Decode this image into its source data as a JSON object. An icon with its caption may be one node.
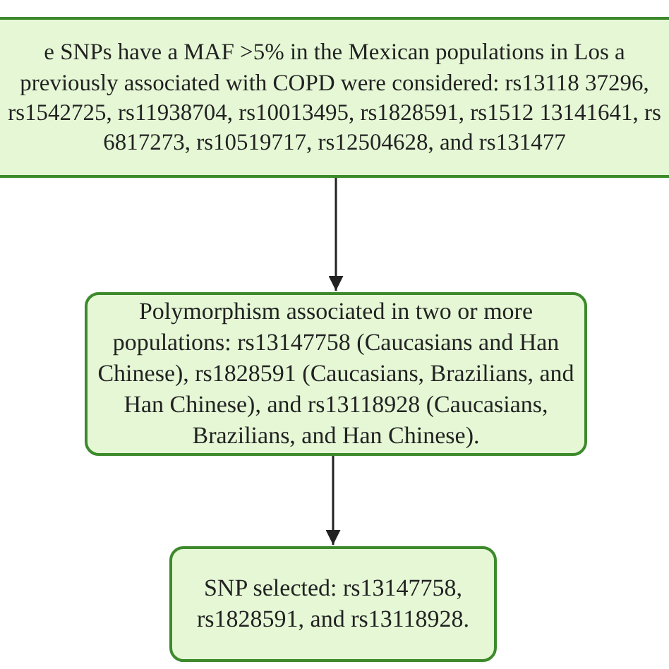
{
  "diagram": {
    "nodes": [
      {
        "text": [
          "e SNPs have a MAF >5% in the Mexican populations in Los a previously associated with COPD were considered: rs13118 37296, rs1542725, rs11938704, rs10013495, rs1828591, rs1512 13141641, rs 6817273, rs10519717, rs12504628, and rs131477"
        ]
      },
      {
        "text": [
          "Polymorphism associated in two or more populations: rs13147758 (Caucasians and Han Chinese), rs1828591 (Caucasians, Brazilians, and Han Chinese), and rs13118928 (Caucasians, Brazilians, and Han Chinese)."
        ]
      },
      {
        "text": [
          "SNP selected: rs13147758, rs1828591, and rs13118928."
        ]
      }
    ],
    "edges": [
      {
        "from": 0,
        "to": 1,
        "arrow": "to"
      },
      {
        "from": 1,
        "to": 2,
        "arrow": "to"
      }
    ]
  }
}
